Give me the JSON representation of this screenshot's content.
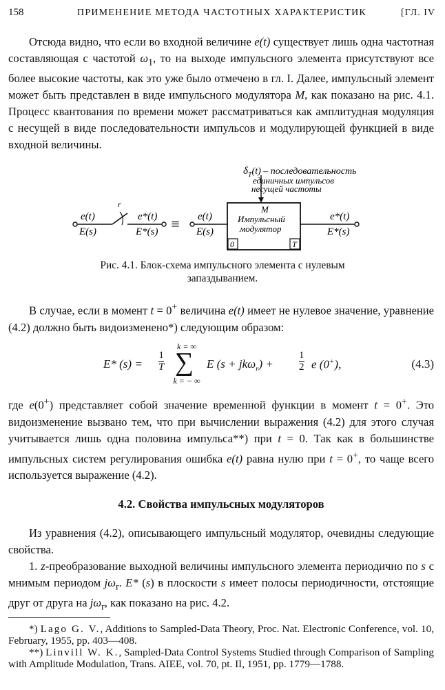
{
  "header": {
    "page_number": "158",
    "running_title": "ПРИМЕНЕНИЕ МЕТОДА ЧАСТОТНЫХ ХАРАКТЕРИСТИК",
    "chapter": "[ГЛ. IV"
  },
  "para1": {
    "t1": "Отсюда видно, что если во входной величине ",
    "m1": "e(t)",
    "t2": " существует лишь одна частотная составляющая с частотой ",
    "m2": "ω",
    "m2sub": "1",
    "t3": ", то на выходе импульсного элемента присутствуют все более высокие частоты, как это уже было отмечено в гл. I. Далее, импульсный элемент может быть представлен в виде импульсного модулятора ",
    "m3": "M",
    "t4": ", как показано на рис. 4.1. Процесс квантования по времени может рассматриваться как амплитудная модуляция с несущей в виде последовательности импульсов и модулирующей функцией в виде входной величины."
  },
  "figure": {
    "carrier_label_1": "δ",
    "carrier_label_sub": "T",
    "carrier_label_2": "(t) – последовательность",
    "carrier_line2": "единичных импульсов",
    "carrier_line3": "несущей частоты",
    "switch_label": "r",
    "in1_top": "e(t)",
    "in1_bot": "E(s)",
    "out1_top": "e*(t)",
    "out1_bot": "E*(s)",
    "equiv": "≡",
    "in2_top": "e(t)",
    "in2_bot": "E(s)",
    "box_title": "M",
    "box_line1": "Импульсный",
    "box_line2": "модулятор",
    "corner_left": "0",
    "corner_right": "T",
    "out2_top": "e*(t)",
    "out2_bot": "E*(s)"
  },
  "caption": {
    "line1": "Рис. 4.1. Блок-схема импульсного элемента с нулевым",
    "line2": "запаздыванием."
  },
  "para2": {
    "t1": "В случае, если в момент ",
    "m1": "t",
    "m1b": " = 0",
    "m1sup": "+",
    "t2": " величина ",
    "m2": "e(t)",
    "t3": " имеет не нулевое значение, уравнение (4.2) должно быть видоизменено*) следующим образом:"
  },
  "equation": {
    "lhs": "E* (s) =",
    "frac1_num": "1",
    "frac1_den": "T",
    "sum_top": "k = ∞",
    "sum_sym": "∑",
    "sum_bot": "k = − ∞",
    "term": "E (s + jkω",
    "term_sub": "r",
    "term_end": ") +",
    "frac2_num": "1",
    "frac2_den": "2",
    "tail": "e (0",
    "tail_sup": "+",
    "tail_end": "),",
    "number": "(4.3)"
  },
  "para3": {
    "t1": "где ",
    "m1": "e",
    "m1b": "(0",
    "m1sup": "+",
    "m1c": ")",
    "t2": " представляет собой значение временной функции в момент ",
    "m2": "t",
    "m2b": " = 0",
    "m2sup": "+",
    "t3": ". Это видоизменение вызвано тем, что при вычислении выражения (4.2) для этого случая учитывается лишь одна половина импульса**) при ",
    "m3": "t",
    "m3b": " = 0. Так как в большинстве импульсных систем регулирования ошибка ",
    "m4": "e(t)",
    "t4": " равна нулю при ",
    "m5": "t",
    "m5b": " = 0",
    "m5sup": "+",
    "t5": ", то чаще всего используется выражение (4.2)."
  },
  "section": {
    "heading": "4.2. Свойства импульсных модуляторов"
  },
  "para4": {
    "text": "Из уравнения (4.2), описывающего импульсный модулятор, очевидны следующие свойства."
  },
  "para5": {
    "t1": "1. ",
    "m1": "z",
    "t2": "-преобразование выходной величины импульсного элемента периодично по ",
    "m2": "s",
    "t3": " с мнимым периодом ",
    "m3": "jω",
    "m3sub": "r",
    "t4": ". ",
    "m4": "E*",
    "t5": " (",
    "m5": "s",
    "t6": ") в плоскости ",
    "m6": "s",
    "t7": " имеет полосы периодичности, отстоящие друг от друга на ",
    "m7": "jω",
    "m7sub": "r",
    "t8": ", как показано на рис. 4.2."
  },
  "footnotes": {
    "fn1_mark": "*) ",
    "fn1_author": "Lago G. V.",
    "fn1_text": ", Additions to Sampled-Data Theory, Proc. Nat. Electronic Conference, vol. 10, February, 1955, pp. 403—408.",
    "fn2_mark": "**) ",
    "fn2_author": "Linvill W. K.",
    "fn2_text": ", Sampled-Data Control Systems Studied through Comparison of Sampling with Amplitude Modulation, Trans. AIEE, vol. 70, pt. II, 1951, pp. 1779—1788."
  }
}
